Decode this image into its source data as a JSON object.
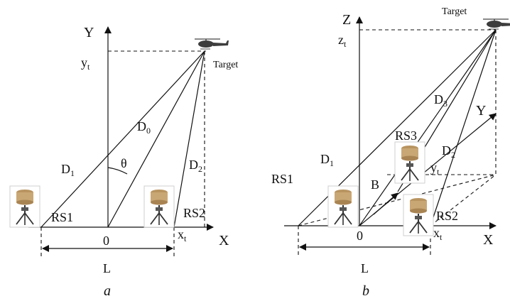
{
  "panel_a": {
    "caption": "a",
    "axis_x": "X",
    "axis_y": "Y",
    "origin": "0",
    "target": "Target",
    "yt_main": "y",
    "yt_sub": "t",
    "xt_main": "x",
    "xt_sub": "t",
    "d0_main": "D",
    "d0_sub": "0",
    "d1_main": "D",
    "d1_sub": "1",
    "d2_main": "D",
    "d2_sub": "2",
    "theta": "θ",
    "rs1": "RS1",
    "rs2": "RS2",
    "baseline": "L"
  },
  "panel_b": {
    "caption": "b",
    "axis_x": "X",
    "axis_y": "Y",
    "axis_z": "Z",
    "origin": "0",
    "target": "Target",
    "zt_main": "z",
    "zt_sub": "t",
    "yt_main": "y",
    "yt_sub": "t",
    "xt_main": "x",
    "xt_sub": "t",
    "d1_main": "D",
    "d1_sub": "1",
    "d2_main": "D",
    "d2_sub": "2",
    "d3_main": "D",
    "d3_sub": "3",
    "rs1": "RS1",
    "rs2": "RS2",
    "rs3": "RS3",
    "b_label": "B",
    "baseline": "L"
  },
  "icons": {
    "helicopter": "helicopter-icon",
    "radar": "radar-station-icon"
  },
  "colors": {
    "radar_dome": "#c9a774",
    "helicopter": "#3d3d3d"
  }
}
